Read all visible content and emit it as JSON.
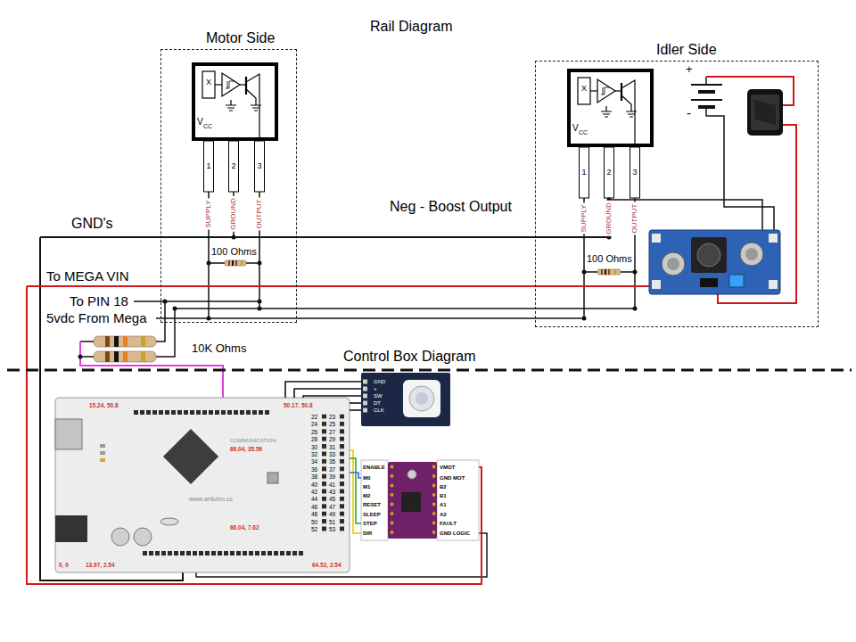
{
  "diagram": {
    "title": "Rail Diagram",
    "nodes": [
      {
        "text": [
          "Motor Side"
        ]
      },
      {
        "text": [
          "X",
          "V",
          "CC"
        ],
        "in": 0
      },
      {
        "text": [
          "Idler Side"
        ]
      },
      {
        "text": [
          "X",
          "V",
          "CC"
        ],
        "in": 2
      },
      {
        "text": [
          "GND",
          "+",
          "SW",
          "DT",
          "CLK"
        ]
      },
      {
        "text": [
          "15.24, 50.8",
          "50.17, 50.8",
          "COMMUNICATION",
          "66.04, 35.56",
          "www.arduino.cc",
          "66.04, 7.62",
          "0, 0",
          "13.97, 2.54",
          "64.52, 2.54"
        ]
      },
      {
        "text": [
          "ENABLE",
          "M0",
          "M1",
          "M2",
          "RESET",
          "SLEEP",
          "STEP",
          "DIR",
          "VMOT",
          "GND MOT",
          "B2",
          "B1",
          "A1",
          "A2",
          "FAULT",
          "GND LOGIC"
        ]
      }
    ],
    "edges": [
      {
        "from": 4,
        "to": 5,
        "arrow": "none"
      },
      {
        "from": 4,
        "to": 5,
        "arrow": "none"
      },
      {
        "from": 4,
        "to": 5,
        "arrow": "none"
      },
      {
        "from": 4,
        "to": 5,
        "arrow": "none"
      },
      {
        "from": 4,
        "to": 5,
        "arrow": "none"
      },
      {
        "from": 5,
        "to": 6,
        "arrow": "none"
      },
      {
        "from": 5,
        "to": 6,
        "arrow": "none"
      },
      {
        "from": 5,
        "to": 6,
        "arrow": "none"
      }
    ],
    "labels": [
      "Neg - Boost Output",
      "GND's",
      "100 Ohms",
      "100 Ohms",
      "To MEGA VIN",
      "To PIN 18",
      "5vdc From Mega",
      "10K Ohms",
      "Control Box Diagram",
      "1",
      "2",
      "3",
      "SUPPLY",
      "GROUND",
      "OUTPUT",
      "1",
      "2",
      "3",
      "SUPPLY",
      "GROUND",
      "OUTPUT",
      "+",
      "-",
      "22",
      "23",
      "24",
      "25",
      "26",
      "27",
      "28",
      "29",
      "30",
      "31",
      "32",
      "33",
      "34",
      "35",
      "36",
      "37",
      "38",
      "39",
      "40",
      "41",
      "42",
      "43",
      "44",
      "45",
      "46",
      "47",
      "48",
      "49",
      "50",
      "51",
      "52",
      "53"
    ]
  }
}
